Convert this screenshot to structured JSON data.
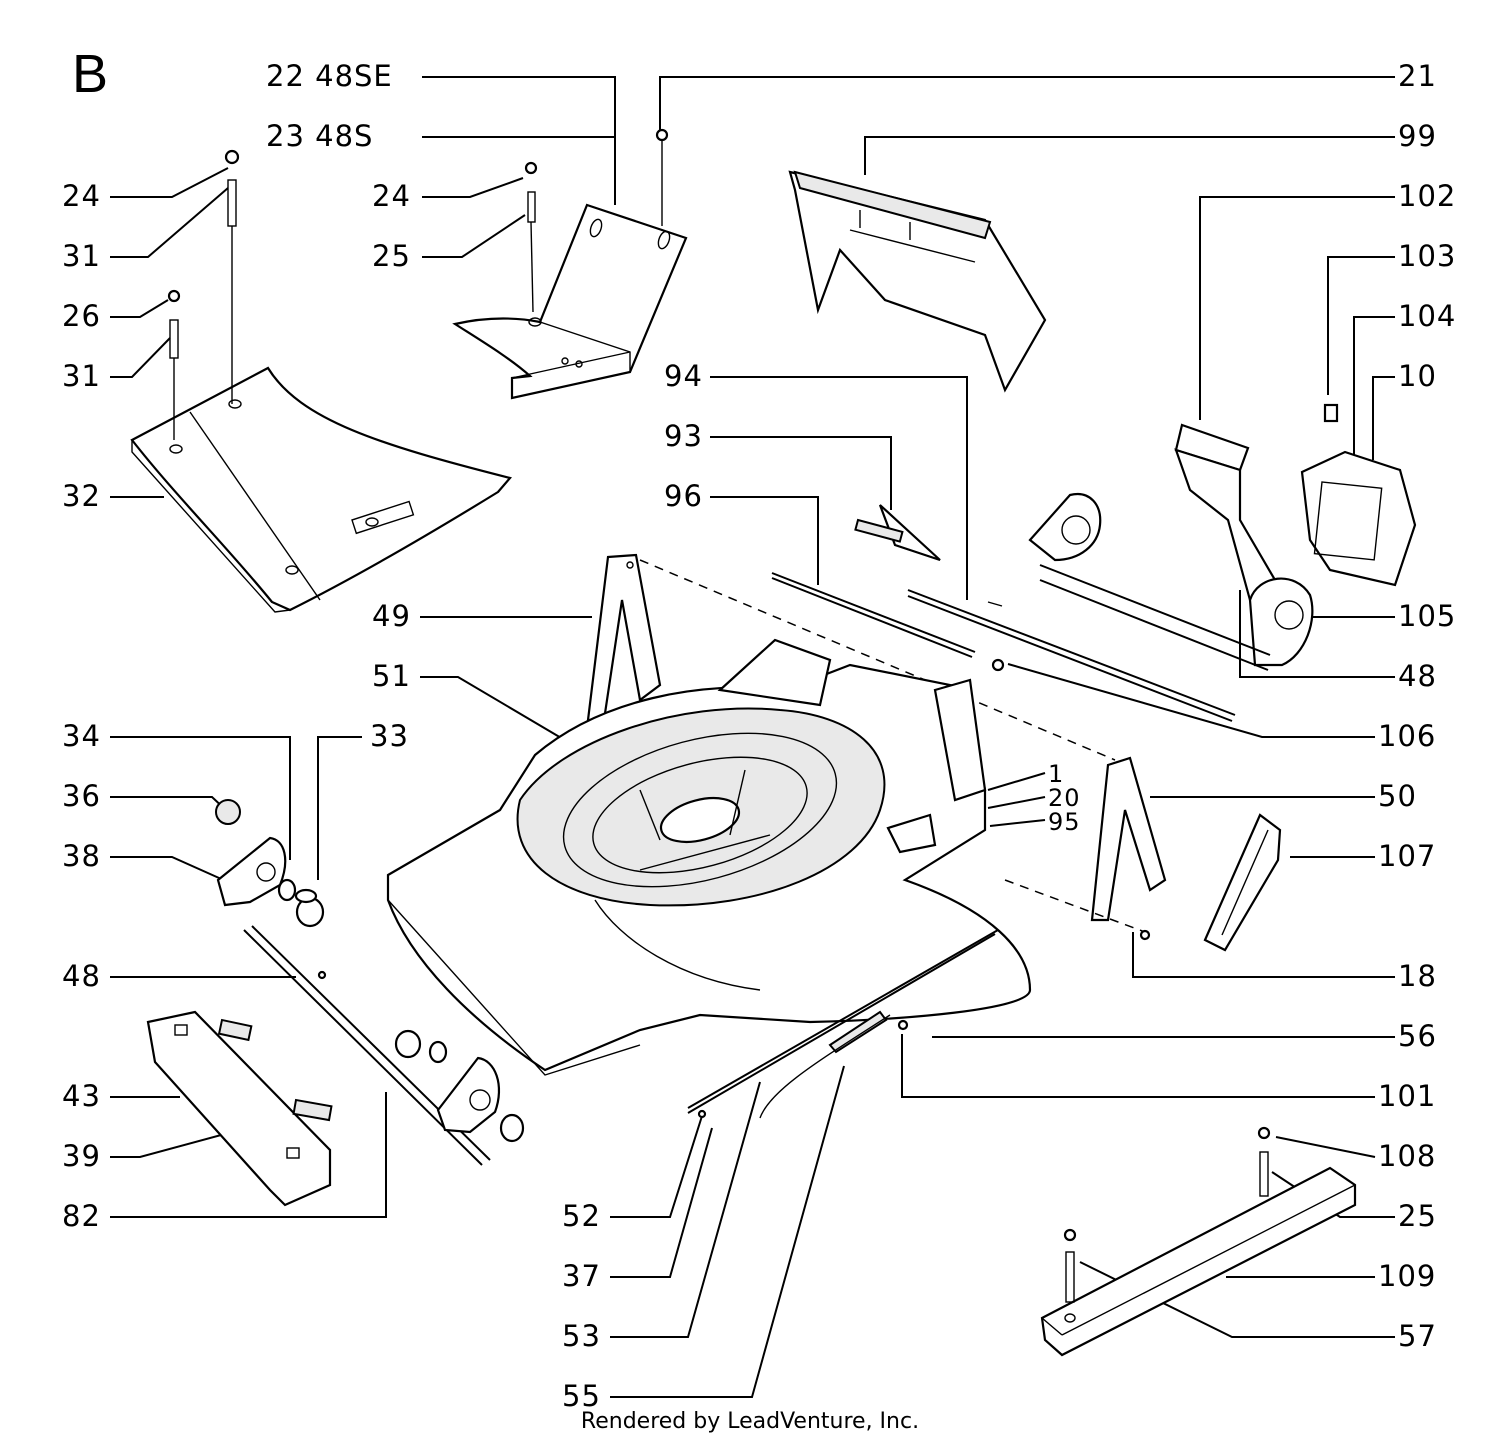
{
  "diagram": {
    "section_letter": "B",
    "callouts": {
      "c22": "22  48SE",
      "c23": "23  48S",
      "c24a": "24",
      "c31a": "31",
      "c26": "26",
      "c31b": "31",
      "c32": "32",
      "c24b": "24",
      "c25a": "25",
      "c21": "21",
      "c99": "99",
      "c102": "102",
      "c103": "103",
      "c104": "104",
      "c10": "10",
      "c94": "94",
      "c93": "93",
      "c96": "96",
      "c105": "105",
      "c49": "49",
      "c51": "51",
      "c48a": "48",
      "c106": "106",
      "c34": "34",
      "c33": "33",
      "c36": "36",
      "c1": "1",
      "c20": "20",
      "c95": "95",
      "c50": "50",
      "c38": "38",
      "c107": "107",
      "c48b": "48",
      "c18": "18",
      "c56": "56",
      "c43": "43",
      "c101": "101",
      "c39": "39",
      "c108": "108",
      "c82": "82",
      "c52": "52",
      "c25b": "25",
      "c37": "37",
      "c109": "109",
      "c53": "53",
      "c57": "57",
      "c55": "55"
    },
    "footer": "Rendered by LeadVenture, Inc."
  }
}
